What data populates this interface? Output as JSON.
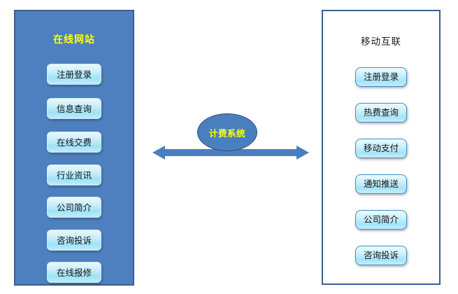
{
  "diagram": {
    "title_implicit": "",
    "colors": {
      "left_panel_bg": "#4e80bf",
      "left_panel_border": "#3a5f8f",
      "left_title_color": "#ffff00",
      "right_panel_bg": "#ffffff",
      "right_panel_border": "#3a5f8f",
      "right_title_color": "#1a1a1a",
      "button_cyan": "#a5e4f8",
      "ellipse_fill": "#4a7fbf",
      "ellipse_text": "#ffff00",
      "arrow_color": "#4a7fbf"
    }
  },
  "left_panel": {
    "title": "在线网站",
    "buttons": [
      {
        "label": "注册登录"
      },
      {
        "label": "信息查询"
      },
      {
        "label": "在线交费"
      },
      {
        "label": "行业资讯"
      },
      {
        "label": "公司简介"
      },
      {
        "label": "咨询投诉"
      },
      {
        "label": "在线报修"
      }
    ]
  },
  "center": {
    "node_label": "计费系统",
    "connector": {
      "name": "double-headed-arrow",
      "direction": "bidirectional"
    }
  },
  "right_panel": {
    "title": "移动互联",
    "buttons": [
      {
        "label": "注册登录"
      },
      {
        "label": "热费查询"
      },
      {
        "label": "移动支付"
      },
      {
        "label": "通知推送"
      },
      {
        "label": "公司简介"
      },
      {
        "label": "咨询投诉"
      }
    ]
  }
}
